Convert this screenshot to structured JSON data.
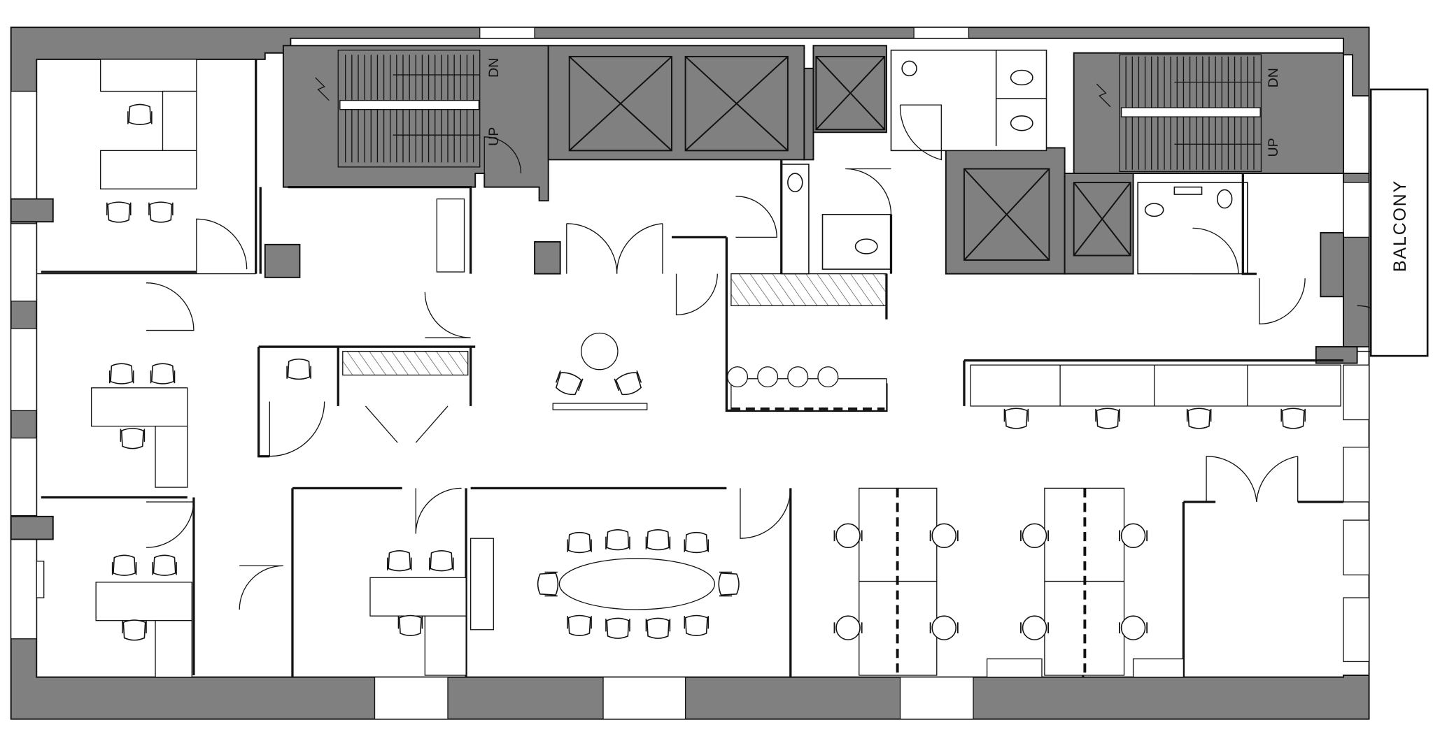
{
  "labels": {
    "stair_left_dn": "DN",
    "stair_left_up": "UP",
    "stair_right_dn": "DN",
    "stair_right_up": "UP",
    "balcony": "BALCONY"
  },
  "colors": {
    "wall": "#808080",
    "line": "#111111",
    "hatch": "#444444",
    "background": "#ffffff"
  }
}
